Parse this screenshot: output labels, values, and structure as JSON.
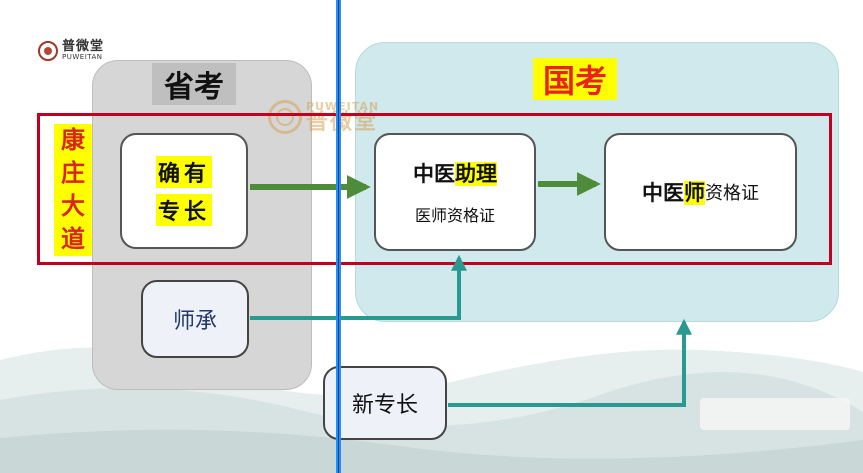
{
  "logo": {
    "name_cn": "普微堂",
    "name_en": "PUWEITAN"
  },
  "watermark": {
    "name_en": "PUWEITAN",
    "name_cn": "普微堂"
  },
  "province": {
    "title": "省考"
  },
  "national": {
    "title": "国考"
  },
  "side_label": {
    "chars": [
      "康",
      "庄",
      "大",
      "道"
    ]
  },
  "boxes": {
    "skill": {
      "line1": "确有",
      "line2": "专长"
    },
    "assistant": {
      "title_a": "中医",
      "title_b": "助理",
      "subtitle": "医师资格证"
    },
    "physician": {
      "title_a": "中医",
      "title_b": "师",
      "rest": "资格证"
    },
    "mentor": {
      "label": "师承"
    },
    "new_skill": {
      "label": "新专长"
    }
  },
  "colors": {
    "highlight": "#ffff00",
    "red_text": "#e8231b",
    "green_arrow": "#4e8b3a",
    "teal_arrow": "#2a9a90",
    "divider": "#1e90ff",
    "frame": "#c1001f"
  }
}
